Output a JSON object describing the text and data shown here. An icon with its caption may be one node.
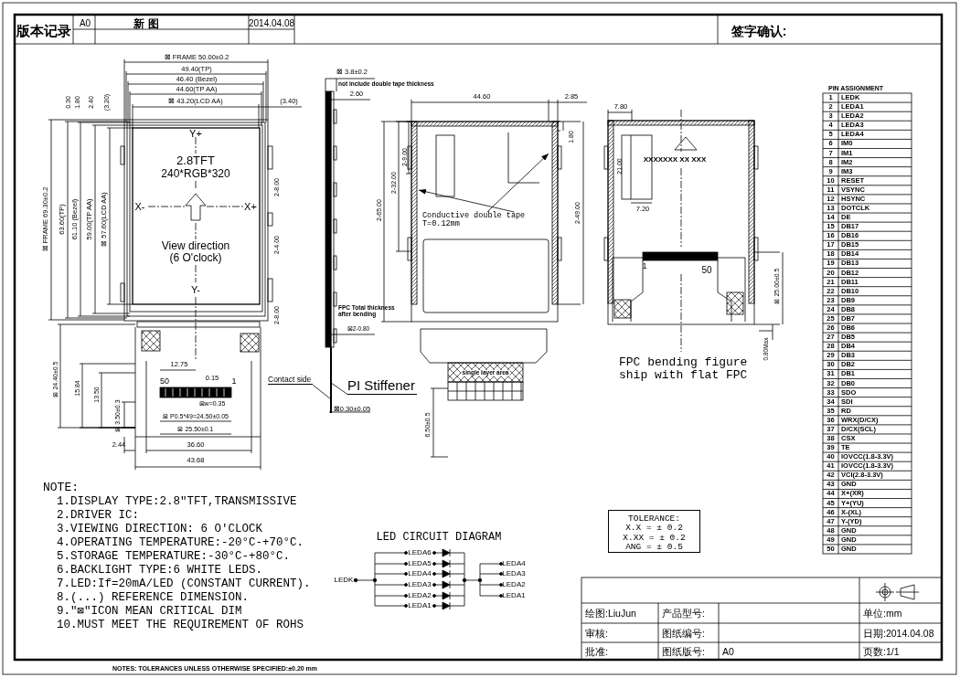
{
  "diagram": {
    "nodes": [
      {
        "text": [
          "Contact side"
        ]
      },
      {
        "text": [
          "PI Stiffener"
        ]
      },
      {
        "text": [
          "Conductive double tape T=0.12mm"
        ]
      },
      {
        "text": [
          "TOLERANCE:",
          "X.X = ± 0.2",
          "X.XX = ± 0.2",
          "ANG = ± 0.5"
        ]
      },
      {
        "text": [],
        "shape": "bar"
      }
    ],
    "edges": [
      {
        "from": 0,
        "to": 4,
        "arrow": "none"
      },
      {
        "from": 1,
        "to": 4,
        "arrow": "none"
      },
      {
        "from": 2,
        "to": null,
        "arrow": "to"
      },
      {
        "from": 2,
        "to": null,
        "arrow": "to"
      }
    ],
    "labels": [
      "版本记录",
      "A0",
      "新 图",
      "2014.04.08",
      "签字确认:",
      "⊠ FRAME 50.00±0.2",
      "49.40(TP)",
      "46.40 (Bezel)",
      "44.60(TP AA)",
      "⊠ 43.20(LCD AA)",
      "(3.40)",
      "0.30",
      "1.80",
      "2.40",
      "(3.20)",
      "⊠ FRAME 69.30±0.2",
      "63.60(TP)",
      "61.10 (Bezel)",
      "59.00(TP AA)",
      "⊠ 57.60(LCD AA)",
      "Y+",
      "2.8TFT",
      "240*RGB*320",
      "X-",
      "X+",
      "View direction (6 O'clock)",
      "Y-",
      "2-8.00",
      "2-4.00",
      "2-8.00",
      "⊠ 24.40±0.5",
      "15.84",
      "13.50",
      "12.75",
      "50",
      "0.15",
      "1",
      "⊠w=0.35",
      "⊠ P0.5*49=24.50±0.05",
      "⊠ 25.50±0.1",
      "⊠ 3.50±0.3",
      "2.44",
      "36.60",
      "43.68",
      "⊠ 3.8±0.2",
      "not include double tape thickness",
      "2.60",
      "FPC Total thickness after bending",
      "⊠2-0.80",
      "⊠0.30±0.05",
      "44.60",
      "2.85",
      "2-65.00",
      "2-32.00",
      "2-9.00",
      "1.80",
      "2-49.00",
      "single layer area",
      "6.50±0.5",
      "7.80",
      "21.00",
      "7.20",
      "XXXXXXX XX XXX",
      "1",
      "50",
      "⊠ 25.00±0.5",
      "0.80Max",
      "FPC bending figure ship with flat FPC",
      "PIN ASSIGNMENT",
      "1",
      "LEDK",
      "2",
      "LEDA1",
      "3",
      "LEDA2",
      "4",
      "LEDA3",
      "5",
      "LEDA4",
      "6",
      "IM0",
      "7",
      "IM1",
      "8",
      "IM2",
      "9",
      "IM3",
      "10",
      "RESET",
      "11",
      "VSYNC",
      "12",
      "HSYNC",
      "13",
      "DOTCLK",
      "14",
      "DE",
      "15",
      "DB17",
      "16",
      "DB16",
      "17",
      "DB15",
      "18",
      "DB14",
      "19",
      "DB13",
      "20",
      "DB12",
      "21",
      "DB11",
      "22",
      "DB10",
      "23",
      "DB9",
      "24",
      "DB8",
      "25",
      "DB7",
      "26",
      "DB6",
      "27",
      "DB5",
      "28",
      "DB4",
      "29",
      "DB3",
      "30",
      "DB2",
      "31",
      "DB1",
      "32",
      "DB0",
      "33",
      "SDO",
      "34",
      "SDI",
      "35",
      "RD",
      "36",
      "WRX(D/CX)",
      "37",
      "D/CX(SCL)",
      "38",
      "CSX",
      "39",
      "TE",
      "40",
      "IOVCC(1.8-3.3V)",
      "41",
      "IOVCC(1.8-3.3V)",
      "42",
      "VCI(2.8-3.3V)",
      "43",
      "GND",
      "44",
      "X+(XR)",
      "45",
      "Y+(YU)",
      "46",
      "X-(XL)",
      "47",
      "Y-(YD)",
      "48",
      "GND",
      "49",
      "GND",
      "50",
      "GND",
      "NOTE:",
      "1.DISPLAY TYPE:2.8\"TFT,TRANSMISSIVE",
      "2.DRIVER IC:",
      "3.VIEWING DIRECTION: 6 O'CLOCK",
      "4.OPERATING TEMPERATURE:-20°C-+70°C.",
      "5.STORAGE TEMPERATURE:-30°C-+80°C.",
      "6.BACKLIGHT TYPE:6 WHITE LEDS.",
      "7.LED:If=20mA/LED (CONSTANT CURRENT).",
      "8.(...) REFERENCE DIMENSION.",
      "9.\"⊠\"ICON MEAN CRITICAL DIM",
      "10.MUST MEET THE REQUIREMENT OF ROHS",
      "LED CIRCUIT DIAGRAM",
      "LEDK",
      "LEDA6",
      "LEDA5",
      "LEDA4",
      "LEDA3",
      "LEDA2",
      "LEDA1",
      "LEDA4",
      "LEDA3",
      "LEDA2",
      "LEDA1",
      "绘图:LiuJun",
      "产品型号:",
      "单位:mm",
      "审核:",
      "图纸编号:",
      "日期:2014.04.08",
      "批准:",
      "图纸版号:",
      "A0",
      "页数:1/1",
      "NOTES: TOLERANCES UNLESS OTHERWISE SPECIFIED:±0.20 mm"
    ]
  }
}
